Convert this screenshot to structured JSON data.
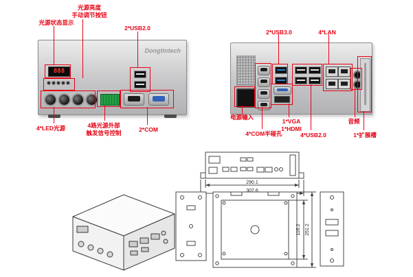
{
  "front_view": {
    "brand": "Dongtintech",
    "display_value": "888"
  },
  "labels": {
    "front_brightness": "光源亮度\n手动调节按钮",
    "front_status": "光源状态显示",
    "front_usb": "2*USB2.0",
    "front_led": "4*LED光源",
    "front_trigger": "4路光源外部\n触发信号控制",
    "front_com": "2*COM",
    "rear_usb3": "2*USB3.0",
    "rear_lan": "4*LAN",
    "rear_power": "电源输入",
    "rear_com": "4*COM半碰孔",
    "rear_video": "1*VGA\n1*HDMI",
    "rear_usb2": "4*USB2.0",
    "rear_audio": "音频",
    "rear_slot": "1*扩展槽"
  },
  "dimensions": {
    "width_body": "290.1",
    "width_overall": "307.6",
    "depth": "251.2",
    "height": "116.2"
  },
  "colors": {
    "annotation": "#e60012",
    "chassis": "#c6c6c8",
    "terminal_green": "#1f9e3e"
  }
}
